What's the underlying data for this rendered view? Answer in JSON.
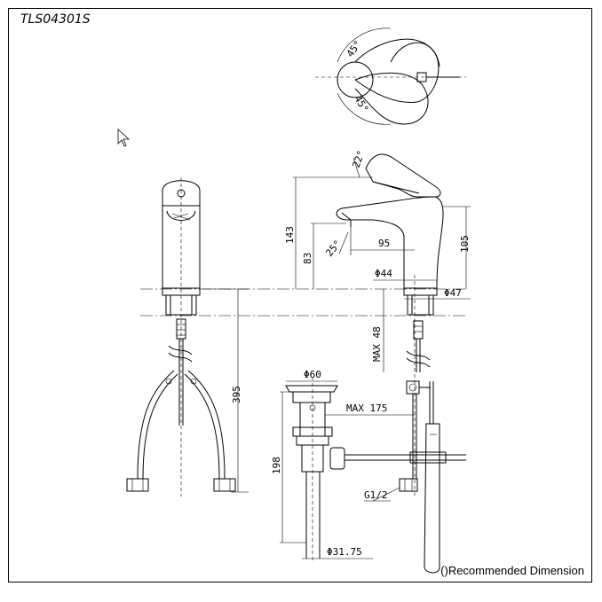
{
  "drawing": {
    "model_code": "TLS04301S",
    "note": "()Recommended Dimension"
  },
  "dimensions": {
    "angle_45": "45°",
    "angle_45_lower": "45°",
    "angle_22": "22°",
    "angle_25": "25°",
    "height_143": "143",
    "height_83": "83",
    "reach_95": "95",
    "height_105": "105",
    "dia_44": "Φ44",
    "dia_47": "Φ47",
    "max_48": "MAX 48",
    "length_395": "395",
    "dia_60": "Φ60",
    "max_175": "MAX 175",
    "height_198": "198",
    "thread": "G1/2",
    "dia_3175": "Φ31.75"
  },
  "colors": {
    "line": "#000000",
    "background": "#ffffff"
  },
  "icons": {
    "cursor": "mouse-pointer-arrow"
  }
}
